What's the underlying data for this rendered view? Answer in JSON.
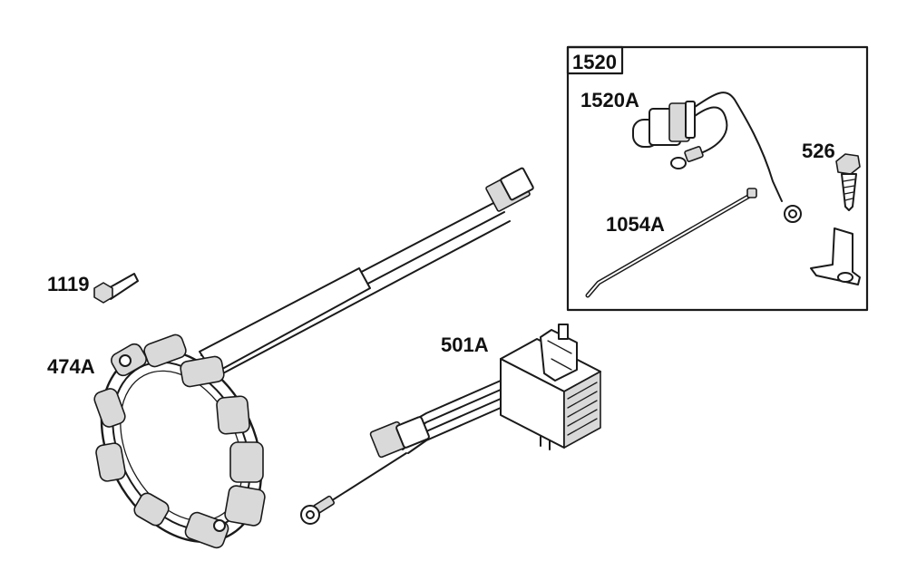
{
  "labels": {
    "kit": "1520",
    "sensor": "1520A",
    "screw": "526",
    "tie": "1054A",
    "bolt": "1119",
    "stator": "474A",
    "regulator": "501A"
  }
}
